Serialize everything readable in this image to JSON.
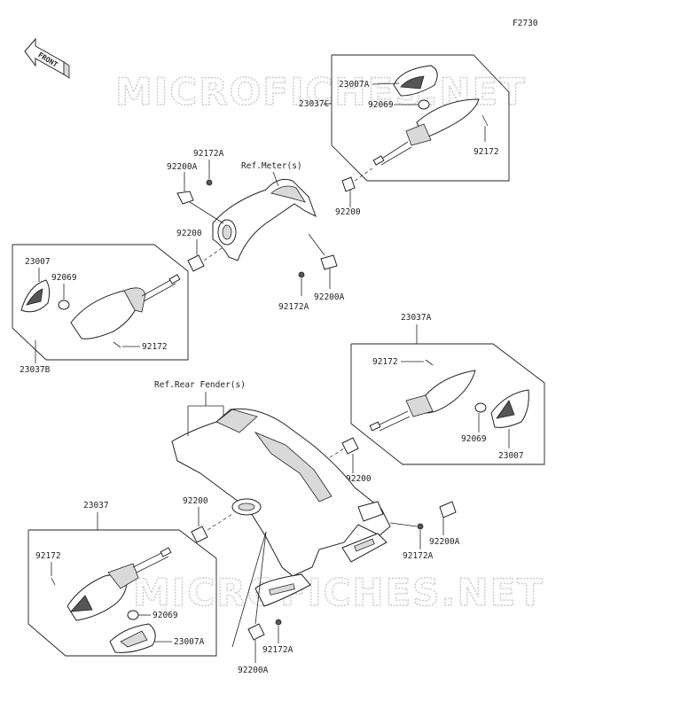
{
  "diagram_code": "F2730",
  "front_label": "FRONT",
  "watermark": "MICROFICHES.NET",
  "refs": {
    "meter": "Ref.Meter(s)",
    "rear_fender": "Ref.Rear Fender(s)"
  },
  "labels": {
    "top_right": {
      "assembly": "23037C",
      "lens": "23007A",
      "bulb": "92069",
      "screw": "92172",
      "gasket": "92200"
    },
    "bracket_top": {
      "screw": "92172A",
      "clip": "92200A",
      "gasket": "92200"
    },
    "bracket_mid": {
      "screw": "92172A",
      "clip": "92200A"
    },
    "left": {
      "lens": "23007",
      "bulb": "92069",
      "screw": "92172",
      "assembly": "23037B"
    },
    "right_rear": {
      "assembly": "23037A",
      "screw": "92172",
      "bulb": "92069",
      "lens": "23007",
      "gasket": "92200"
    },
    "bottom_left": {
      "assembly": "23037",
      "screw": "92172",
      "bulb": "92069",
      "lens": "23007A",
      "gasket": "92200"
    },
    "bottom_right": {
      "screw": "92172A",
      "clip": "92200A"
    },
    "bottom_center": {
      "screw": "92172A",
      "clip": "92200A"
    }
  }
}
